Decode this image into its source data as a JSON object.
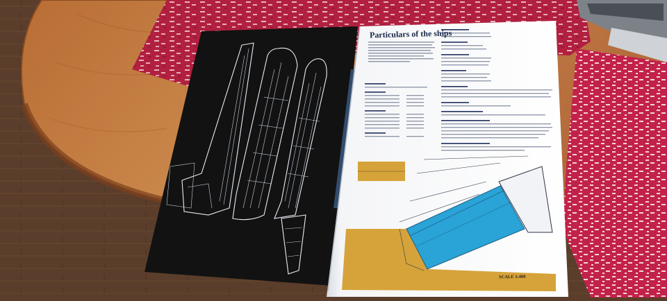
{
  "photo": {
    "subject": "open ship brochure on a wooden table",
    "colors": {
      "table_wood": "#c07a3e",
      "floor": "#5a3d2a",
      "placemat_red": "#b1203f",
      "blueprint_page": "#111111",
      "ramp_blue": "#2aa3d6",
      "quay_ochre": "#d6a33a"
    }
  },
  "brochure": {
    "title": "Particulars of the ships",
    "scale_label": "SCALE 1:400"
  }
}
